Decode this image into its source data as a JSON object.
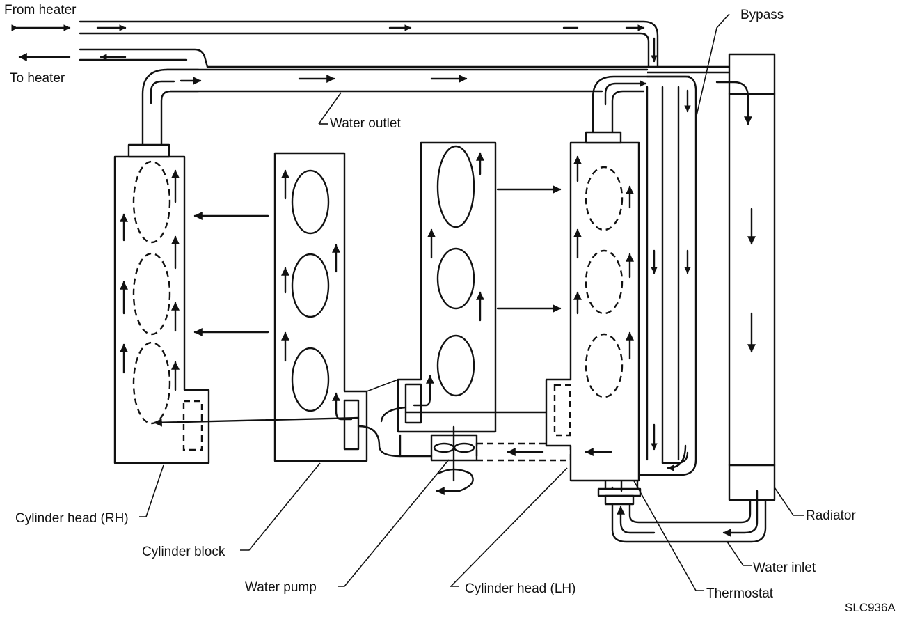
{
  "labels": {
    "from_heater": "From heater",
    "to_heater": "To heater",
    "bypass": "Bypass",
    "water_outlet": "Water outlet",
    "cylinder_head_rh": "Cylinder head (RH)",
    "cylinder_block": "Cylinder block",
    "water_pump": "Water pump",
    "cylinder_head_lh": "Cylinder head (LH)",
    "radiator": "Radiator",
    "water_inlet": "Water inlet",
    "thermostat": "Thermostat",
    "figure_code": "SLC936A"
  }
}
